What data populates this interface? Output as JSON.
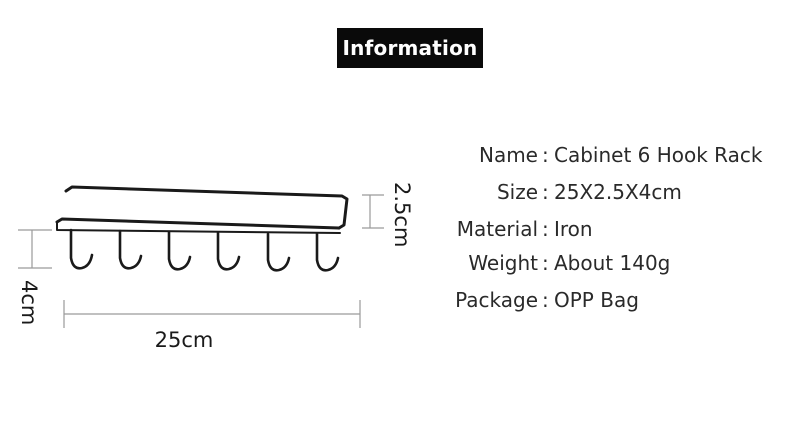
{
  "header": {
    "title": "Information"
  },
  "dimensions": {
    "width": "25cm",
    "height": "4cm",
    "depth": "2.5cm"
  },
  "product_image": {
    "name": "hook-rack",
    "hook_count": 6,
    "color": "#1a1a1a"
  },
  "specs": [
    {
      "label": "Name",
      "value": "Cabinet 6 Hook Rack"
    },
    {
      "label": "Size",
      "value": "25X2.5X4cm"
    },
    {
      "label": "Material",
      "value": "Iron"
    },
    {
      "label": "Weight",
      "value": "About 140g"
    },
    {
      "label": "Package",
      "value": "OPP Bag"
    }
  ]
}
